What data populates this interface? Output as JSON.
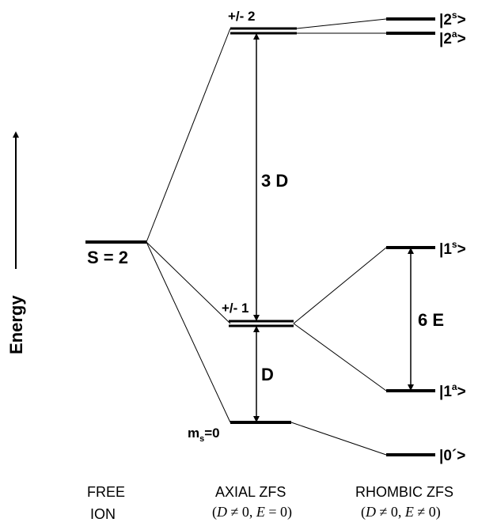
{
  "axis": {
    "label": "Energy"
  },
  "free_ion": {
    "level_label": "S = 2",
    "caption_line1": "FREE",
    "caption_line2": "ION"
  },
  "axial": {
    "level_pm2": "+/- 2",
    "level_pm1": "+/- 1",
    "level_0_main": "m",
    "level_0_sub": "s",
    "level_0_tail": "=0",
    "gap_large": "3 D",
    "gap_small": "D",
    "caption_line1": "AXIAL ZFS",
    "caption_D": "D",
    "caption_ne": " ≠ 0, ",
    "caption_E": "E",
    "caption_eq": " = 0)"
  },
  "rhombic": {
    "levels": [
      {
        "pre": "|2",
        "sup": "s",
        "post": ">"
      },
      {
        "pre": "|2",
        "sup": "a",
        "post": ">"
      },
      {
        "pre": "|1",
        "sup": "s",
        "post": ">"
      },
      {
        "pre": "|1",
        "sup": "a",
        "post": ">"
      },
      {
        "pre": "|0´",
        "sup": "",
        "post": ">"
      }
    ],
    "gap": "6 E",
    "caption_line1": "RHOMBIC ZFS",
    "caption_D": "D",
    "caption_ne": " ≠ 0, ",
    "caption_E": "E",
    "caption_ne2": " ≠ 0)"
  }
}
